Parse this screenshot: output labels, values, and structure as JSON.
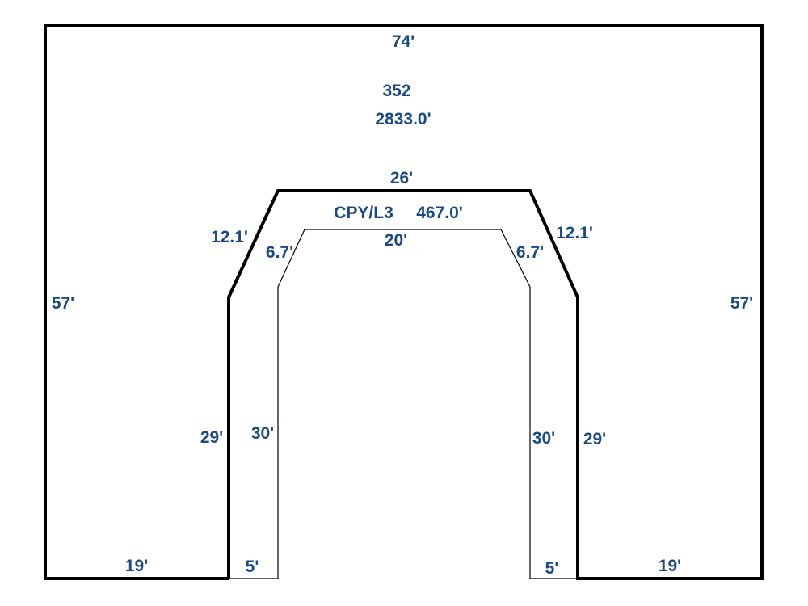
{
  "colors": {
    "label": "#1a4a86",
    "thick_line": "#000000",
    "thin_line": "#000000",
    "background": "#ffffff"
  },
  "outer": {
    "top_length": "74'",
    "number": "352",
    "area": "2833.0'",
    "left_side": "57'",
    "right_side": "57'",
    "bottom_left": "19'",
    "bottom_right": "19'"
  },
  "cutout": {
    "top_length": "26'",
    "left_chamfer": "12.1'",
    "right_chamfer": "12.1'",
    "left_side": "29'",
    "right_side": "29'"
  },
  "inner": {
    "code": "CPY/L3",
    "area": "467.0'",
    "top_length": "20'",
    "left_chamfer": "6.7'",
    "right_chamfer": "6.7'",
    "left_side": "30'",
    "right_side": "30'",
    "bottom_left": "5'",
    "bottom_right": "5'"
  }
}
